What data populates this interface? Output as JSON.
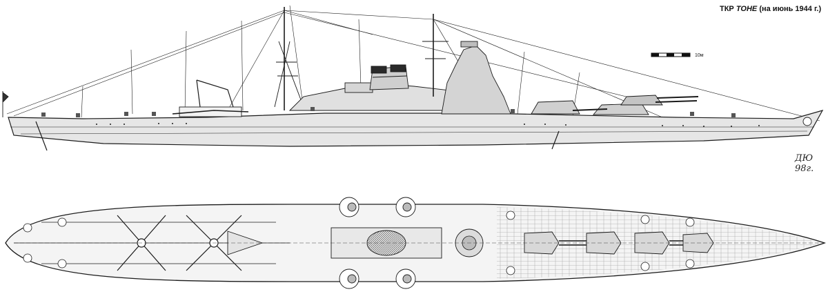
{
  "title": {
    "prefix": "ТКР",
    "name": "ТОНЕ",
    "suffix": "(на июнь 1944 г.)"
  },
  "scale_bar": {
    "unit_label": "10м"
  },
  "signature": "ДЮ 98г.",
  "views": [
    {
      "id": "profile",
      "kind": "side elevation"
    },
    {
      "id": "plan",
      "kind": "deck plan"
    }
  ],
  "colors": {
    "ink": "#1a1a1a",
    "hull_fill": "#e6e6e6",
    "deck_fill": "#f4f4f4",
    "dark": "#2a2a2a"
  }
}
